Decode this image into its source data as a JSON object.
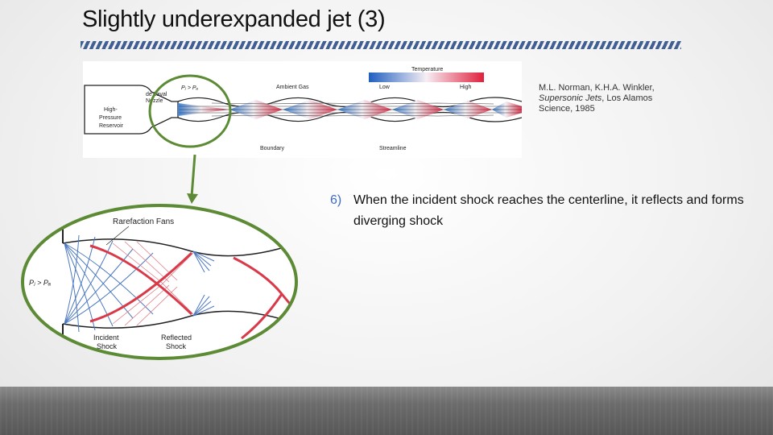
{
  "slide": {
    "title": "Slightly underexpanded jet (3)",
    "citation": {
      "authors": "M.L. Norman, K.H.A. Winkler,",
      "work": "Supersonic Jets",
      "source": ", Los Alamos",
      "journal": "Science, 1985"
    },
    "bullet": {
      "number": "6)",
      "text": "When the incident shock reaches the centerline, it reflects and forms diverging shock"
    },
    "colors": {
      "title_rule": "#3f5f95",
      "ellipse": "#5c8a35",
      "shock": "#d93a4a",
      "fan": "#4b78c0",
      "bullet_number": "#3d6cc0"
    }
  },
  "top_figure": {
    "reservoir_label_1": "High-",
    "reservoir_label_2": "Pressure",
    "reservoir_label_3": "Reservoir",
    "nozzle_label_1": "de Laval",
    "nozzle_label_2": "Nozzle",
    "pressure_label": "Pⱼ > Pₐ",
    "ambient_label": "Ambient Gas",
    "boundary_label": "Boundary",
    "streamline_label": "Streamline",
    "legend_title": "Temperature",
    "legend_low": "Low",
    "legend_high": "High"
  },
  "bottom_figure": {
    "rarefaction_label": "Rarefaction Fans",
    "pressure_label": "Pⱼ > Pₐ",
    "incident_label_1": "Incident",
    "incident_label_2": "Shock",
    "reflected_label_1": "Reflected",
    "reflected_label_2": "Shock"
  }
}
